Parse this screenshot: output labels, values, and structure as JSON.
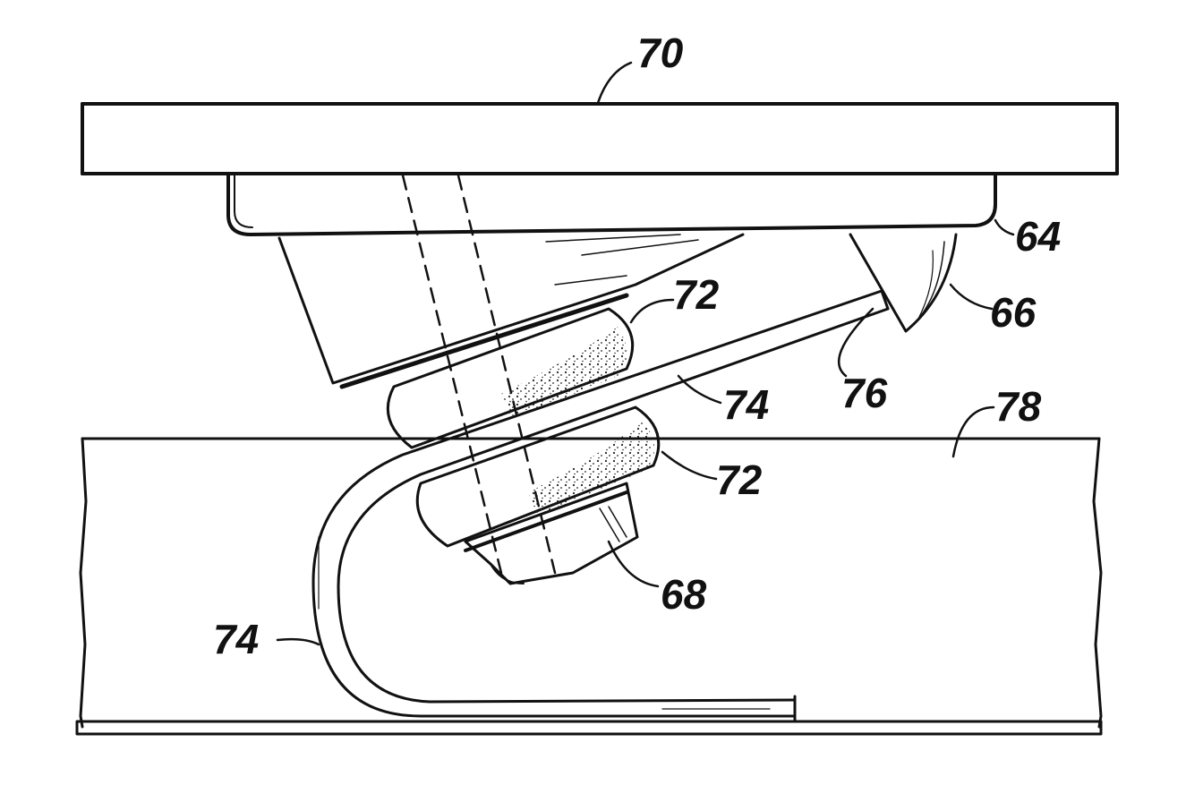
{
  "figure": {
    "labels": {
      "upper_plate": "70",
      "bracket": "64",
      "lip": "66",
      "cushion_upper": "72",
      "cushion_lower": "72",
      "nut": "68",
      "strap_upper": "74",
      "strap_lower": "74",
      "strap_edge": "76",
      "channel": "78"
    }
  }
}
